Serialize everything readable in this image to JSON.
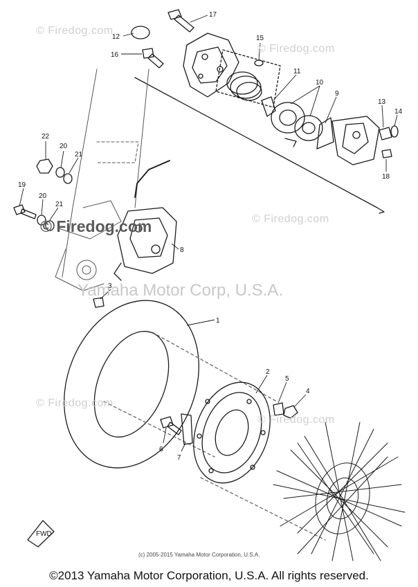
{
  "callouts": {
    "c1": "1",
    "c2": "2",
    "c3": "3",
    "c4": "4",
    "c5": "5",
    "c6": "6",
    "c7": "7",
    "c8": "8",
    "c9": "9",
    "c10": "10",
    "c11": "11",
    "c12": "12",
    "c13": "13",
    "c14": "14",
    "c15": "15",
    "c16": "16",
    "c17": "17",
    "c18": "18",
    "c19": "19",
    "c20a": "20",
    "c20b": "20",
    "c21a": "21",
    "c21b": "21",
    "c22": "22"
  },
  "watermarks": {
    "site": "© Firedog.com",
    "overlay": "© Firedog.com",
    "corp": "Yamaha Motor Corp, U.S.A."
  },
  "arrow_label": "FWD",
  "inner_copyright": "(c) 2005-2015 Yamaha Motor Corporation, U.S.A.",
  "footer": "©2013 Yamaha Motor Corporation, U.S.A. All rights reserved."
}
